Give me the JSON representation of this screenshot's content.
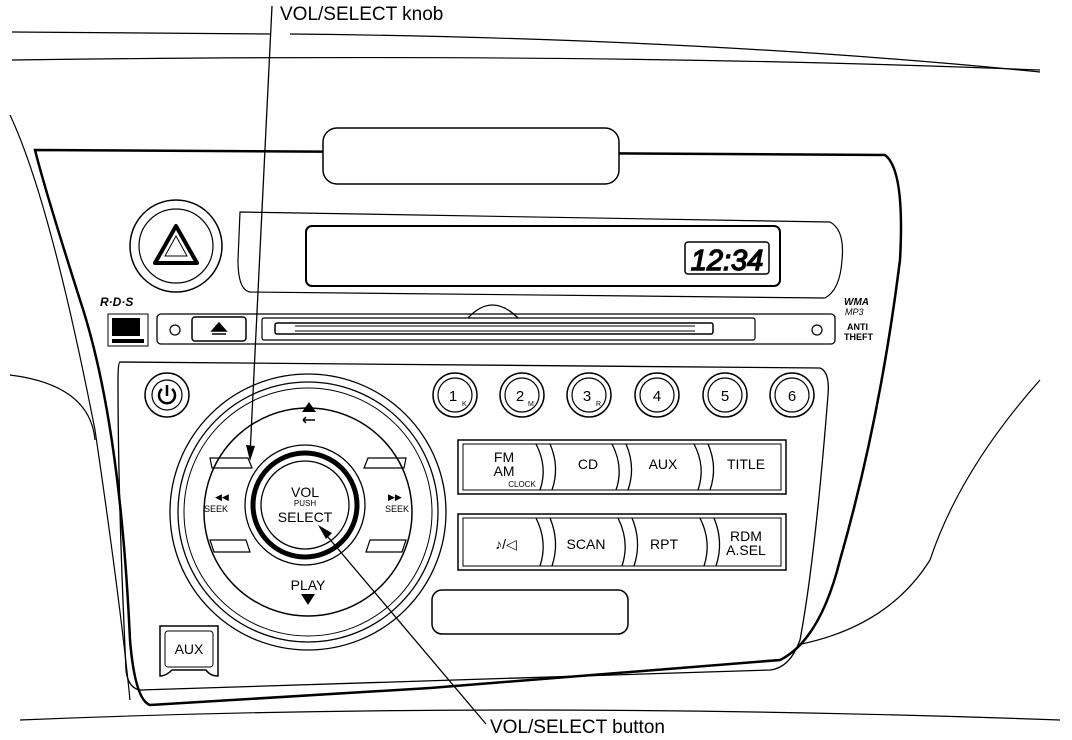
{
  "callouts": {
    "knob": "VOL/SELECT knob",
    "button": "VOL/SELECT button"
  },
  "display": {
    "clock": "12:34"
  },
  "badges": {
    "rds": "R·D·S",
    "wma": "WMA",
    "mp3": "MP3",
    "anti": "ANTI",
    "theft": "THEFT"
  },
  "presets": [
    {
      "num": "1",
      "sub": "K"
    },
    {
      "num": "2",
      "sub": "M"
    },
    {
      "num": "3",
      "sub": "R"
    },
    {
      "num": "4",
      "sub": ""
    },
    {
      "num": "5",
      "sub": ""
    },
    {
      "num": "6",
      "sub": ""
    }
  ],
  "mode_row1": {
    "fm": "FM",
    "am": "AM",
    "clock": "CLOCK",
    "cd": "CD",
    "aux": "AUX",
    "title": "TITLE"
  },
  "mode_row2": {
    "audio": "♪/◁",
    "scan": "SCAN",
    "rpt": "RPT",
    "rdm": "RDM",
    "asel": "A.SEL"
  },
  "knob": {
    "vol": "VOL",
    "push": "PUSH",
    "select": "SELECT",
    "play": "PLAY",
    "seek_left": "SEEK",
    "seek_right": "SEEK",
    "skip_left": "◀◀",
    "skip_right": "▶▶"
  },
  "aux_jack": "AUX"
}
